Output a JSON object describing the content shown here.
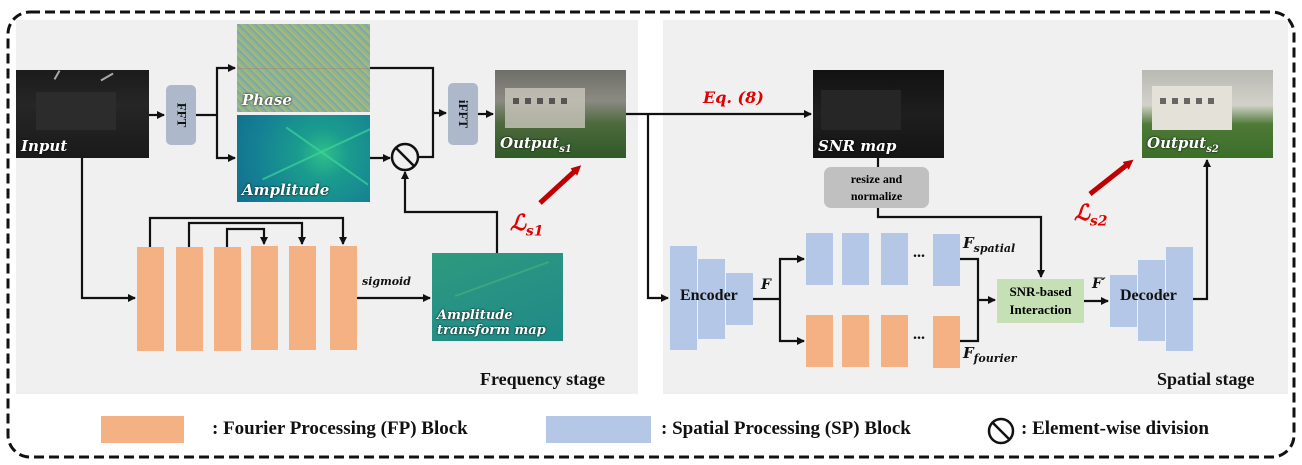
{
  "figure": {
    "frequency_stage": {
      "title": "Frequency stage",
      "input_label": "Input",
      "fft_label": "FFT",
      "ifft_label": "iFFT",
      "phase_label": "Phase",
      "amplitude_label": "Amplitude",
      "output_label": "Output",
      "output_sub": "s1",
      "sigmoid_label": "sigmoid",
      "amp_map_label_line1": "Amplitude",
      "amp_map_label_line2": "transform map",
      "loss_label": "ℒ",
      "loss_sub": "s1",
      "fp_block_count": 6
    },
    "spatial_stage": {
      "title": "Spatial stage",
      "eq_label": "Eq. (8)",
      "snr_map_label": "SNR map",
      "resize_label_line1": "resize and",
      "resize_label_line2": "normalize",
      "encoder_label": "Encoder",
      "feature_label": "F",
      "spatial_feature_label": "F",
      "spatial_feature_sub": "spatial",
      "fourier_feature_label": "F",
      "fourier_feature_sub": "fourier",
      "ellipsis": "...",
      "interaction_line1": "SNR-based",
      "interaction_line2": "Interaction",
      "fprime_label": "F′",
      "decoder_label": "Decoder",
      "output_label": "Output",
      "output_sub": "s2",
      "loss_label": "ℒ",
      "loss_sub": "s2"
    },
    "legend": {
      "fp_text": ": Fourier Processing (FP) Block",
      "sp_text": ": Spatial Processing (SP) Block",
      "div_text": ": Element-wise division"
    },
    "colors": {
      "fp_block": "#f4b183",
      "sp_block": "#b4c7e7",
      "op_box": "#adb9ca",
      "interaction_box": "#c5e0b4",
      "resize_box": "#c0c0c0",
      "loss_red": "#e00000",
      "arrow_red": "#c00000",
      "panel_bg": "#f0f0f0"
    }
  }
}
